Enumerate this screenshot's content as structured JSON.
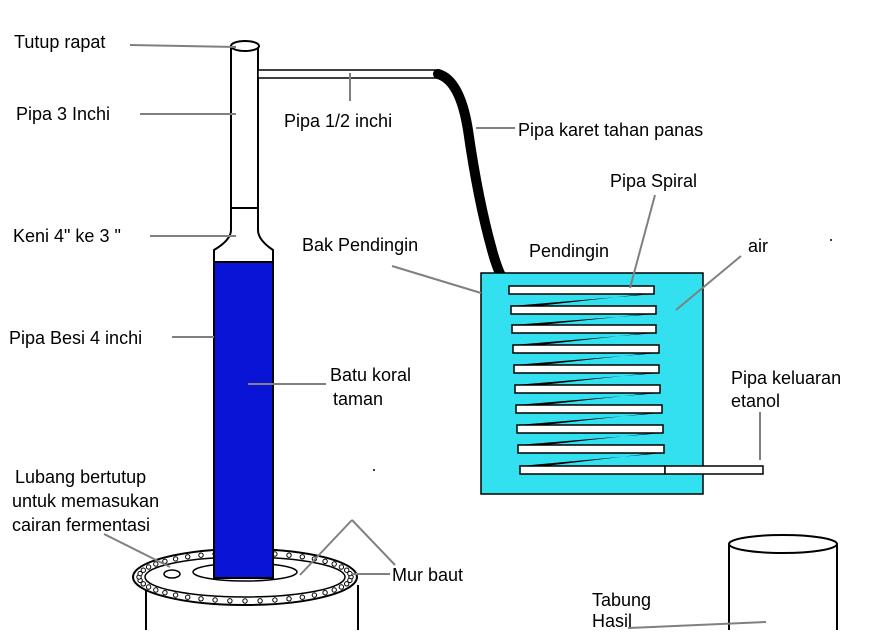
{
  "labels": {
    "tutup_rapat": "Tutup rapat",
    "pipa_3_inchi": "Pipa 3 Inchi",
    "keni": "Keni 4\" ke 3 \"",
    "pipa_besi": "Pipa Besi 4 inchi",
    "lubang_1": "Lubang bertutup",
    "lubang_2": "untuk memasukan",
    "lubang_3": "cairan fermentasi",
    "pipa_half": "Pipa 1/2 inchi",
    "pipa_karet": "Pipa karet tahan panas",
    "pipa_spiral": "Pipa Spiral",
    "bak_pendingin": "Bak Pendingin",
    "pendingin": "Pendingin",
    "air": "air",
    "batu_1": "Batu koral",
    "batu_2": "taman",
    "pipa_keluaran_1": "Pipa keluaran",
    "pipa_keluaran_2": "etanol",
    "mur_baut": "Mur baut",
    "tabung_1": "Tabung",
    "tabung_2": "Hasil"
  },
  "colors": {
    "column_fill": "#0a14d6",
    "tank_fill": "#33e0f0",
    "outline": "#000000",
    "leader_line": "#808080",
    "hose": "#000000"
  }
}
